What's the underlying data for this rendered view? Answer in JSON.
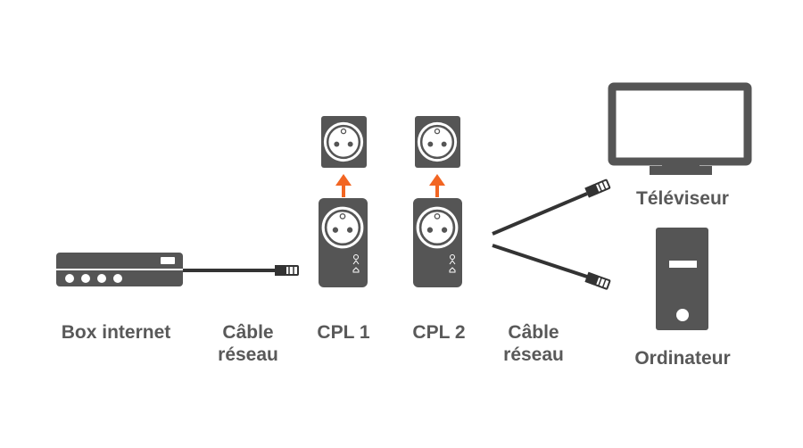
{
  "labels": {
    "box": "Box internet",
    "cable1_line1": "Câble",
    "cable1_line2": "réseau",
    "cpl1": "CPL 1",
    "cpl2": "CPL 2",
    "cable2_line1": "Câble",
    "cable2_line2": "réseau",
    "tv": "Téléviseur",
    "computer": "Ordinateur"
  },
  "colors": {
    "device": "#555555",
    "device_dark": "#444444",
    "accent": "#f26522",
    "text": "#595959",
    "background": "#ffffff"
  }
}
